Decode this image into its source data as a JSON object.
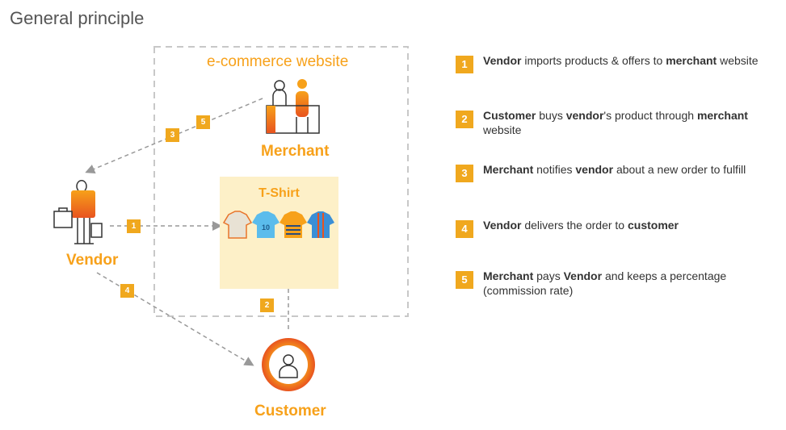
{
  "page_title": "General principle",
  "colors": {
    "accent": "#f7a11a",
    "badge": "#f0a81e",
    "panel": "#fdf0c8",
    "dashed": "#aaaaaa"
  },
  "diagram": {
    "container_label": "e-commerce website",
    "merchant_label": "Merchant",
    "vendor_label": "Vendor",
    "customer_label": "Customer",
    "product_panel_title": "T-Shirt",
    "jersey_number": "10",
    "flow_badges": [
      "1",
      "2",
      "3",
      "4",
      "5"
    ]
  },
  "steps": [
    {
      "num": "1",
      "parts": [
        {
          "b": "Vendor"
        },
        {
          "t": " imports products & offers to "
        },
        {
          "b": "merchant"
        },
        {
          "t": " website"
        }
      ]
    },
    {
      "num": "2",
      "parts": [
        {
          "b": "Customer"
        },
        {
          "t": " buys "
        },
        {
          "b": "vendor"
        },
        {
          "t": "'s product through "
        },
        {
          "b": "merchant"
        },
        {
          "t": " website"
        }
      ]
    },
    {
      "num": "3",
      "parts": [
        {
          "b": "Merchant"
        },
        {
          "t": " notifies "
        },
        {
          "b": "vendor"
        },
        {
          "t": " about a new order to fulfill"
        }
      ]
    },
    {
      "num": "4",
      "parts": [
        {
          "b": "Vendor"
        },
        {
          "t": " delivers the order to "
        },
        {
          "b": "customer"
        }
      ]
    },
    {
      "num": "5",
      "parts": [
        {
          "b": "Merchant"
        },
        {
          "t": " pays "
        },
        {
          "b": "Vendor"
        },
        {
          "t": " and keeps a percentage (commission rate)"
        }
      ]
    }
  ]
}
